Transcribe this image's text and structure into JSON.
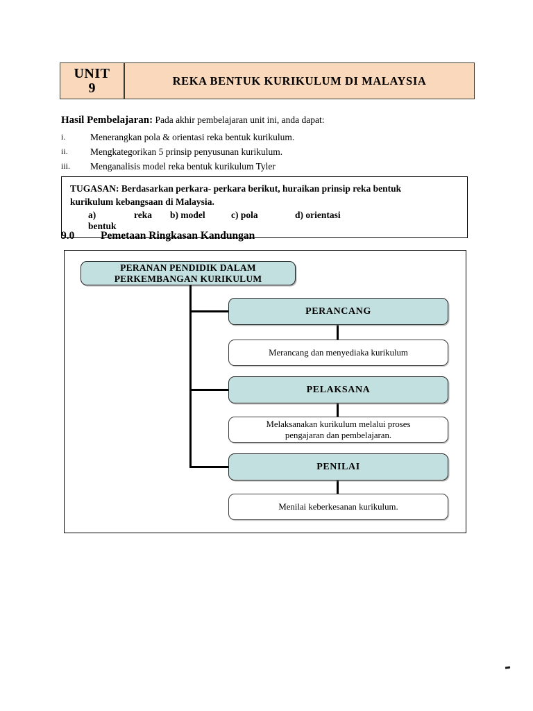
{
  "header": {
    "unit_word": "UNIT",
    "unit_number": "9",
    "title": "REKA BENTUK KURIKULUM DI MALAYSIA",
    "bar_color": "#FAD8BB"
  },
  "outcomes": {
    "label": "Hasil Pembelajaran:",
    "lead": "Pada akhir pembelajaran unit ini, anda dapat:",
    "items": [
      {
        "marker": "i.",
        "text": "Menerangkan pola & orientasi reka bentuk kurikulum."
      },
      {
        "marker": "ii.",
        "text": "Mengkategorikan 5 prinsip penyusunan kurikulum."
      },
      {
        "marker": "iii.",
        "text": "Menganalisis model reka bentuk kurikulum Tyler"
      }
    ]
  },
  "tugasan": {
    "line1": "TUGASAN: Berdasarkan perkara- perkara berikut, huraikan prinsip reka bentuk",
    "line2": "kurikulum kebangsaan di Malaysia.",
    "options": [
      {
        "key": "a)",
        "label": "reka bentuk"
      },
      {
        "key": "b)",
        "label": "model"
      },
      {
        "key": "c)",
        "label": "pola"
      },
      {
        "key": "d)",
        "label": "orientasi"
      }
    ],
    "opt_b_full": "b) model",
    "opt_c_full": "c) pola",
    "opt_d_full": "d) orientasi"
  },
  "section": {
    "number": "9.0",
    "title": "Pemetaan Ringkasan Kandungan"
  },
  "flowchart": {
    "root": {
      "line1": "PERANAN PENDIDIK DALAM",
      "line2": "PERKEMBANGAN KURIKULUM",
      "fill": "#C3E0E0"
    },
    "branches": [
      {
        "role": "PERANCANG",
        "description_line1": "Merancang dan menyediaka kurikulum",
        "description_line2": ""
      },
      {
        "role": "PELAKSANA",
        "description_line1": "Melaksanakan kurikulum melalui proses",
        "description_line2": "pengajaran dan pembelajaran."
      },
      {
        "role": "PENILAI",
        "description_line1": "Menilai keberkesanan kurikulum.",
        "description_line2": ""
      }
    ]
  }
}
